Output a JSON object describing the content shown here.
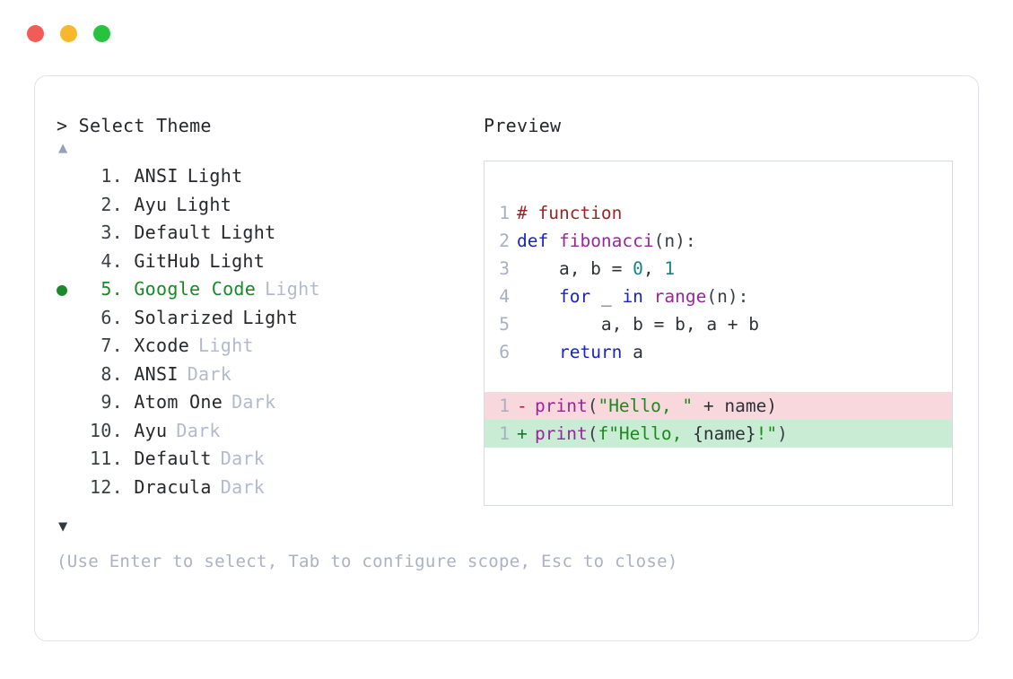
{
  "window": {
    "traffic_lights": [
      {
        "name": "close-button",
        "color": "#f35b57"
      },
      {
        "name": "minimize-button",
        "color": "#f7b82b"
      },
      {
        "name": "maximize-button",
        "color": "#27c33f"
      }
    ]
  },
  "left": {
    "prompt": "> Select Theme",
    "scroll_up_icon": "▲",
    "scroll_down_icon": "▼",
    "selected_bullet": "●",
    "selected_index": 5,
    "themes": [
      {
        "index": "1.",
        "name": "ANSI",
        "variant": "Light",
        "variant_muted": false,
        "selected": false
      },
      {
        "index": "2.",
        "name": "Ayu",
        "variant": "Light",
        "variant_muted": false,
        "selected": false
      },
      {
        "index": "3.",
        "name": "Default",
        "variant": "Light",
        "variant_muted": false,
        "selected": false
      },
      {
        "index": "4.",
        "name": "GitHub",
        "variant": "Light",
        "variant_muted": false,
        "selected": false
      },
      {
        "index": "5.",
        "name": "Google Code",
        "variant": "Light",
        "variant_muted": true,
        "selected": true
      },
      {
        "index": "6.",
        "name": "Solarized",
        "variant": "Light",
        "variant_muted": false,
        "selected": false
      },
      {
        "index": "7.",
        "name": "Xcode",
        "variant": "Light",
        "variant_muted": true,
        "selected": false
      },
      {
        "index": "8.",
        "name": "ANSI",
        "variant": "Dark",
        "variant_muted": true,
        "selected": false
      },
      {
        "index": "9.",
        "name": "Atom One",
        "variant": "Dark",
        "variant_muted": true,
        "selected": false
      },
      {
        "index": "10.",
        "name": "Ayu",
        "variant": "Dark",
        "variant_muted": true,
        "selected": false
      },
      {
        "index": "11.",
        "name": "Default",
        "variant": "Dark",
        "variant_muted": true,
        "selected": false
      },
      {
        "index": "12.",
        "name": "Dracula",
        "variant": "Dark",
        "variant_muted": true,
        "selected": false
      }
    ],
    "hint": "(Use Enter to select, Tab to configure scope, Esc to close)"
  },
  "right": {
    "preview_label": "Preview",
    "code_lines": [
      {
        "num": "1",
        "tokens": [
          {
            "t": "# function",
            "c": "tok-comment"
          }
        ]
      },
      {
        "num": "2",
        "tokens": [
          {
            "t": "def ",
            "c": "tok-keyword"
          },
          {
            "t": "fibonacci",
            "c": "tok-func"
          },
          {
            "t": "(n):",
            "c": "tok-punct"
          }
        ]
      },
      {
        "num": "3",
        "tokens": [
          {
            "t": "    a, b = ",
            "c": "tok-plain"
          },
          {
            "t": "0",
            "c": "tok-num"
          },
          {
            "t": ", ",
            "c": "tok-plain"
          },
          {
            "t": "1",
            "c": "tok-num"
          }
        ]
      },
      {
        "num": "4",
        "tokens": [
          {
            "t": "    ",
            "c": "tok-plain"
          },
          {
            "t": "for",
            "c": "tok-keyword"
          },
          {
            "t": " _ ",
            "c": "tok-plain"
          },
          {
            "t": "in",
            "c": "tok-keyword"
          },
          {
            "t": " ",
            "c": "tok-plain"
          },
          {
            "t": "range",
            "c": "tok-func"
          },
          {
            "t": "(n):",
            "c": "tok-punct"
          }
        ]
      },
      {
        "num": "5",
        "tokens": [
          {
            "t": "        a, b = b, a + b",
            "c": "tok-plain"
          }
        ]
      },
      {
        "num": "6",
        "tokens": [
          {
            "t": "    ",
            "c": "tok-plain"
          },
          {
            "t": "return",
            "c": "tok-keyword"
          },
          {
            "t": " a",
            "c": "tok-plain"
          }
        ]
      }
    ],
    "diff_lines": [
      {
        "num": "1",
        "kind": "del",
        "marker": "-",
        "tokens": [
          {
            "t": "print",
            "c": "tok-func"
          },
          {
            "t": "(",
            "c": "tok-punct"
          },
          {
            "t": "\"Hello, \"",
            "c": "tok-string"
          },
          {
            "t": " + name)",
            "c": "tok-plain"
          }
        ]
      },
      {
        "num": "1",
        "kind": "add",
        "marker": "+",
        "tokens": [
          {
            "t": "print",
            "c": "tok-func"
          },
          {
            "t": "(",
            "c": "tok-punct"
          },
          {
            "t": "f\"Hello, ",
            "c": "tok-string"
          },
          {
            "t": "{name}",
            "c": "tok-plain"
          },
          {
            "t": "!\"",
            "c": "tok-string"
          },
          {
            "t": ")",
            "c": "tok-punct"
          }
        ]
      }
    ]
  }
}
